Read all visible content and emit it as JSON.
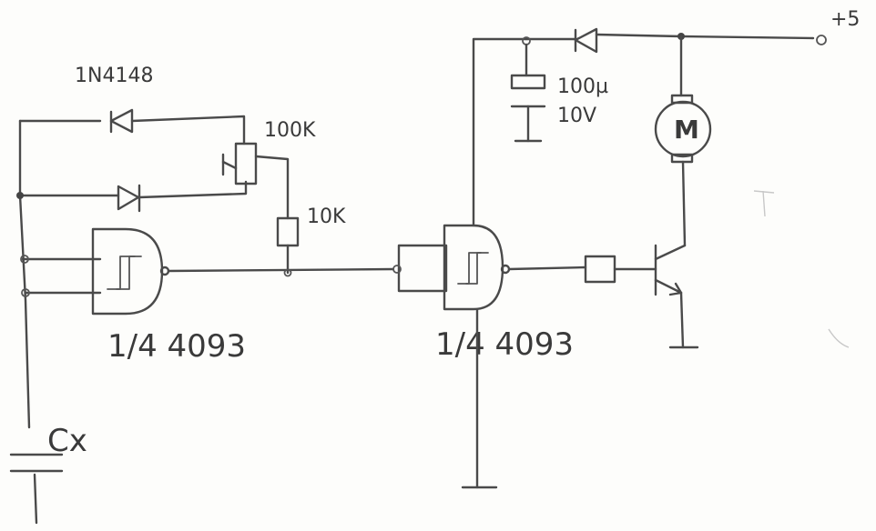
{
  "labels": {
    "diode_top": "1N4148",
    "pot": "100K",
    "resistor": "10K",
    "gate1": "1/4 4093",
    "gate2": "1/4 4093",
    "cap_value": "100µ",
    "cap_voltage": "10V",
    "supply": "+5",
    "timing_cap": "Cx",
    "motor": "M"
  }
}
